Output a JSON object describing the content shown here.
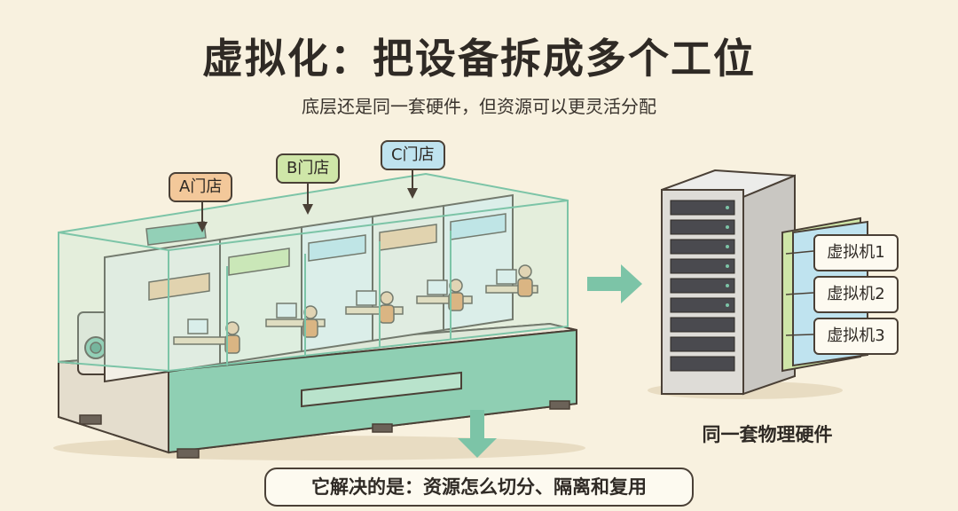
{
  "title": "虚拟化：把设备拆成多个工位",
  "subtitle": "底层还是同一套硬件，但资源可以更灵活分配",
  "tenants": [
    {
      "label": "A门店",
      "color": "#f3c89a"
    },
    {
      "label": "B门店",
      "color": "#cfe6a8"
    },
    {
      "label": "C门店",
      "color": "#bfe3ef"
    }
  ],
  "virtual_machines": [
    "虚拟机1",
    "虚拟机2",
    "虚拟机3"
  ],
  "hardware_caption": "同一套物理硬件",
  "bottom_note": "它解决的是：资源怎么切分、隔离和复用",
  "colors": {
    "background": "#f8f1df",
    "accent_green": "#7cc4a7",
    "outline": "#4a4036",
    "server_body": "#d9d7d2",
    "server_dark": "#4a4a4f"
  }
}
